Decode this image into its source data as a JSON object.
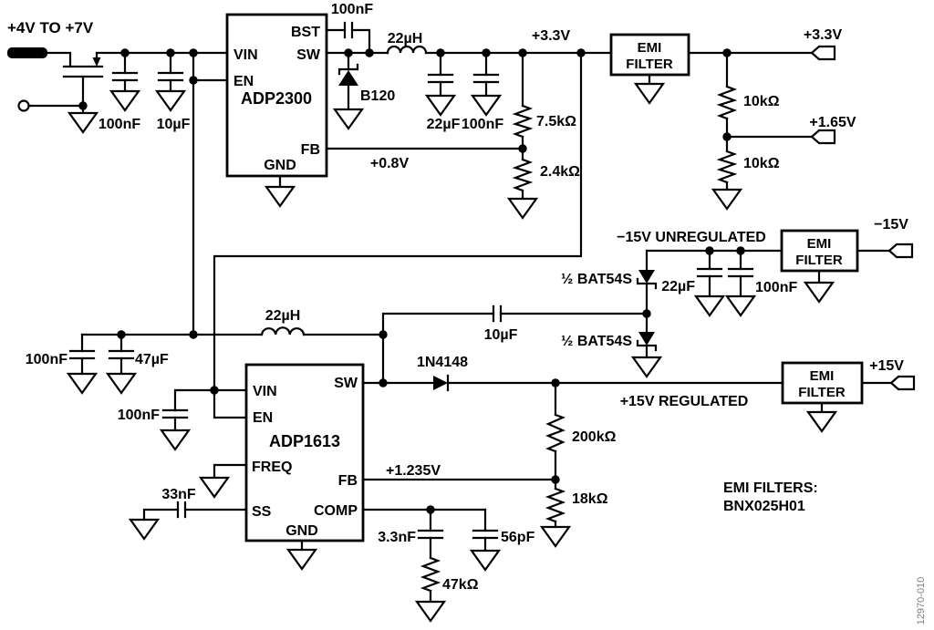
{
  "input": {
    "range_label": "+4V TO +7V",
    "cap1": "100nF",
    "cap2": "10µF"
  },
  "adp2300": {
    "name": "ADP2300",
    "pin_vin": "VIN",
    "pin_en": "EN",
    "pin_bst": "BST",
    "pin_sw": "SW",
    "pin_fb": "FB",
    "pin_gnd": "GND",
    "bst_cap": "100nF",
    "inductor": "22µH",
    "diode": "B120",
    "out_cap1": "22µF",
    "out_cap2": "100nF",
    "fb_res_top": "7.5kΩ",
    "fb_res_bot": "2.4kΩ",
    "fb_label": "+0.8V",
    "rail_label": "+3.3V"
  },
  "out3v3": {
    "emi1": "EMI",
    "emi2": "FILTER",
    "out_label": "+3.3V",
    "res_top": "10kΩ",
    "res_bot": "10kΩ",
    "mid_label": "+1.65V"
  },
  "neg15": {
    "unreg_label": "−15V UNREGULATED",
    "diode1": "½ BAT54S",
    "diode2": "½ BAT54S",
    "cap1": "22µF",
    "cap2": "100nF",
    "emi1": "EMI",
    "emi2": "FILTER",
    "out_label": "−15V"
  },
  "adp1613": {
    "name": "ADP1613",
    "pin_vin": "VIN",
    "pin_en": "EN",
    "pin_freq": "FREQ",
    "pin_ss": "SS",
    "pin_sw": "SW",
    "pin_fb": "FB",
    "pin_comp": "COMP",
    "pin_gnd": "GND",
    "in_cap1": "100nF",
    "in_cap2": "47µF",
    "en_cap": "100nF",
    "inductor": "22µH",
    "ss_cap": "33nF",
    "pump_cap": "10µF",
    "diode": "1N4148",
    "fb_label": "+1.235V",
    "fb_res_top": "200kΩ",
    "fb_res_bot": "18kΩ",
    "comp_cap1": "3.3nF",
    "comp_res": "47kΩ",
    "comp_cap2": "56pF",
    "reg_label": "+15V REGULATED"
  },
  "pos15": {
    "emi1": "EMI",
    "emi2": "FILTER",
    "out_label": "+15V"
  },
  "note": {
    "line1": "EMI FILTERS:",
    "line2": "BNX025H01"
  },
  "figure_id": "12970-010"
}
